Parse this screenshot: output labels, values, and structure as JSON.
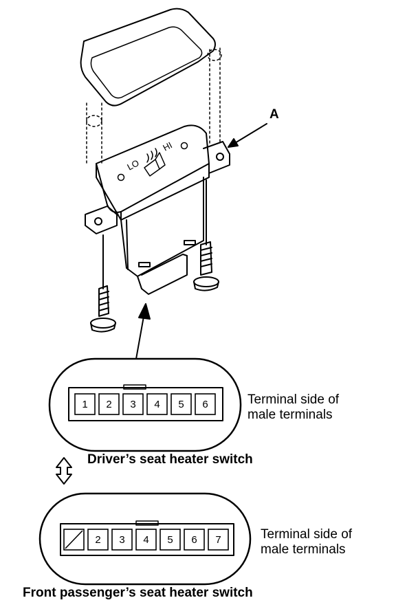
{
  "callout_label": "A",
  "switch_face": {
    "lo_mark": "LO",
    "hi_mark": "HI"
  },
  "driver_connector": {
    "pins": [
      "1",
      "2",
      "3",
      "4",
      "5",
      "6"
    ],
    "description_line1": "Terminal side of",
    "description_line2": "male terminals",
    "caption": "Driver’s seat heater switch"
  },
  "passenger_connector": {
    "pins": [
      "",
      "2",
      "3",
      "4",
      "5",
      "6",
      "7"
    ],
    "description_line1": "Terminal side of",
    "description_line2": "male terminals",
    "caption": "Front passenger’s seat heater switch"
  }
}
